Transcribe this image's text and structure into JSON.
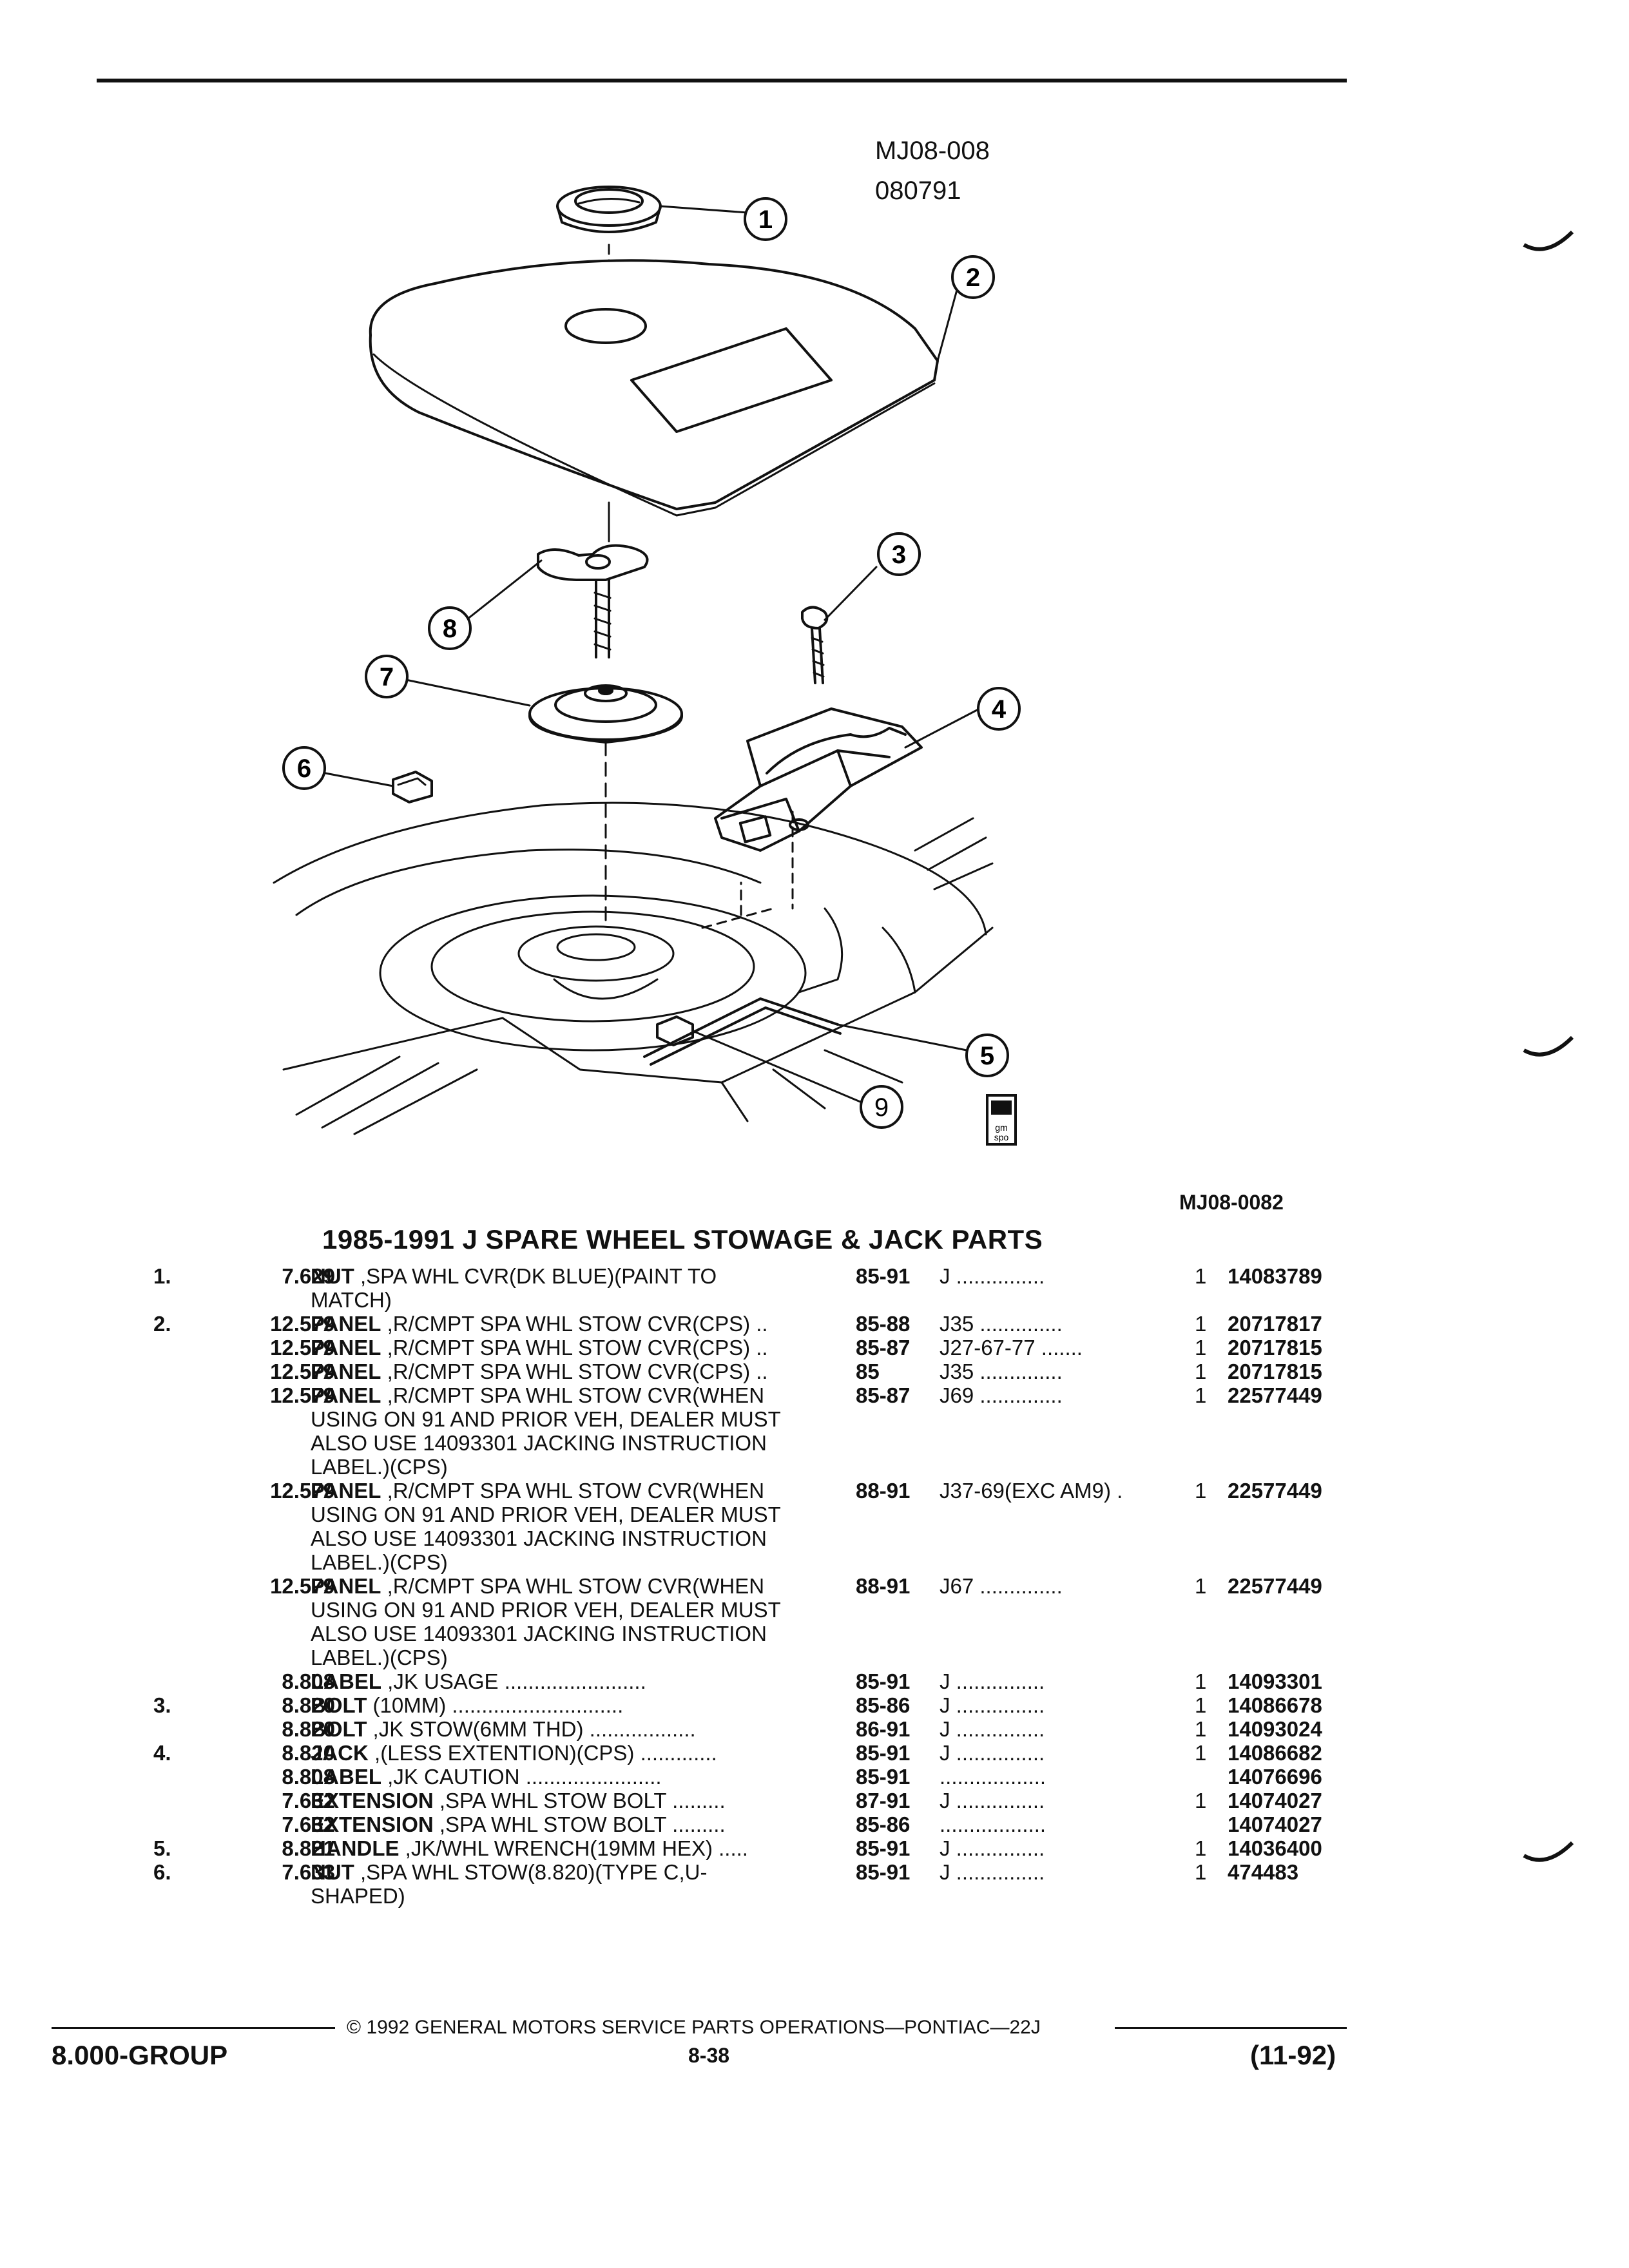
{
  "figure": {
    "ref_code_1": "MJ08-008",
    "ref_code_2": "080791",
    "bottom_code": "MJ08-0082",
    "callouts": [
      "1",
      "2",
      "3",
      "4",
      "5",
      "6",
      "7",
      "8",
      "9"
    ],
    "logo_text": "gm spo"
  },
  "title": "1985-1991 J SPARE WHEEL STOWAGE & JACK PARTS",
  "rows": [
    {
      "item": "1.",
      "code": "7.629",
      "name": "NUT",
      "desc": ",SPA WHL CVR(DK BLUE)(PAINT TO",
      "years": "85-91",
      "model": "J",
      "dots": " ...............",
      "qty": "1",
      "part": "14083789"
    },
    {
      "item": "",
      "code": "",
      "name": "",
      "desc": "MATCH)",
      "years": "",
      "model": "",
      "dots": "",
      "qty": "",
      "part": ""
    },
    {
      "item": "2.",
      "code": "12.579",
      "name": "PANEL",
      "desc": ",R/CMPT SPA WHL STOW CVR(CPS)  ..",
      "years": "85-88",
      "model": "J35",
      "dots": " ..............",
      "qty": "1",
      "part": "20717817"
    },
    {
      "item": "",
      "code": "12.579",
      "name": "PANEL",
      "desc": ",R/CMPT SPA WHL STOW CVR(CPS)  ..",
      "years": "85-87",
      "model": "J27-67-77",
      "dots": " .......",
      "qty": "1",
      "part": "20717815"
    },
    {
      "item": "",
      "code": "12.579",
      "name": "PANEL",
      "desc": ",R/CMPT SPA WHL STOW CVR(CPS)  ..",
      "years": "85",
      "model": "J35",
      "dots": " ..............",
      "qty": "1",
      "part": "20717815"
    },
    {
      "item": "",
      "code": "12.579",
      "name": "PANEL",
      "desc": ",R/CMPT SPA WHL STOW CVR(WHEN",
      "years": "85-87",
      "model": "J69",
      "dots": " ..............",
      "qty": "1",
      "part": "22577449"
    },
    {
      "item": "",
      "code": "",
      "name": "",
      "desc": "USING ON 91 AND PRIOR VEH, DEALER MUST",
      "years": "",
      "model": "",
      "dots": "",
      "qty": "",
      "part": ""
    },
    {
      "item": "",
      "code": "",
      "name": "",
      "desc": "ALSO USE 14093301 JACKING INSTRUCTION",
      "years": "",
      "model": "",
      "dots": "",
      "qty": "",
      "part": ""
    },
    {
      "item": "",
      "code": "",
      "name": "",
      "desc": "LABEL.)(CPS)",
      "years": "",
      "model": "",
      "dots": "",
      "qty": "",
      "part": ""
    },
    {
      "item": "",
      "code": "12.579",
      "name": "PANEL",
      "desc": ",R/CMPT SPA WHL STOW CVR(WHEN",
      "years": "88-91",
      "model": "J37-69(EXC AM9)",
      "dots": " .",
      "qty": "1",
      "part": "22577449"
    },
    {
      "item": "",
      "code": "",
      "name": "",
      "desc": "USING ON 91 AND PRIOR VEH, DEALER MUST",
      "years": "",
      "model": "",
      "dots": "",
      "qty": "",
      "part": ""
    },
    {
      "item": "",
      "code": "",
      "name": "",
      "desc": "ALSO USE 14093301 JACKING INSTRUCTION",
      "years": "",
      "model": "",
      "dots": "",
      "qty": "",
      "part": ""
    },
    {
      "item": "",
      "code": "",
      "name": "",
      "desc": "LABEL.)(CPS)",
      "years": "",
      "model": "",
      "dots": "",
      "qty": "",
      "part": ""
    },
    {
      "item": "",
      "code": "12.579",
      "name": "PANEL",
      "desc": ",R/CMPT SPA WHL STOW CVR(WHEN",
      "years": "88-91",
      "model": "J67",
      "dots": " ..............",
      "qty": "1",
      "part": "22577449"
    },
    {
      "item": "",
      "code": "",
      "name": "",
      "desc": "USING ON 91 AND PRIOR VEH, DEALER MUST",
      "years": "",
      "model": "",
      "dots": "",
      "qty": "",
      "part": ""
    },
    {
      "item": "",
      "code": "",
      "name": "",
      "desc": "ALSO USE 14093301 JACKING INSTRUCTION",
      "years": "",
      "model": "",
      "dots": "",
      "qty": "",
      "part": ""
    },
    {
      "item": "",
      "code": "",
      "name": "",
      "desc": "LABEL.)(CPS)",
      "years": "",
      "model": "",
      "dots": "",
      "qty": "",
      "part": ""
    },
    {
      "item": "",
      "code": "8.808",
      "name": "LABEL",
      "desc": ",JK USAGE  ........................",
      "years": "85-91",
      "model": "J",
      "dots": " ...............",
      "qty": "1",
      "part": "14093301"
    },
    {
      "item": "3.",
      "code": "8.820",
      "name": "BOLT",
      "desc": "(10MM)  .............................",
      "years": "85-86",
      "model": "J",
      "dots": " ...............",
      "qty": "1",
      "part": "14086678"
    },
    {
      "item": "",
      "code": "8.820",
      "name": "BOLT",
      "desc": ",JK STOW(6MM THD)  ..................",
      "years": "86-91",
      "model": "J",
      "dots": " ...............",
      "qty": "1",
      "part": "14093024"
    },
    {
      "item": "4.",
      "code": "8.820",
      "name": "JACK",
      "desc": ",(LESS EXTENTION)(CPS)  .............",
      "years": "85-91",
      "model": "J",
      "dots": " ...............",
      "qty": "1",
      "part": "14086682"
    },
    {
      "item": "",
      "code": "8.808",
      "name": "LABEL",
      "desc": ",JK CAUTION  .......................",
      "years": "85-91",
      "model": "",
      "dots": "  ..................",
      "qty": "",
      "part": "14076696"
    },
    {
      "item": "",
      "code": "7.632",
      "name": "EXTENSION",
      "desc": ",SPA WHL STOW BOLT  .........",
      "years": "87-91",
      "model": "J",
      "dots": " ...............",
      "qty": "1",
      "part": "14074027"
    },
    {
      "item": "",
      "code": "7.632",
      "name": "EXTENSION",
      "desc": ",SPA WHL STOW BOLT  .........",
      "years": "85-86",
      "model": "",
      "dots": "  ..................",
      "qty": "",
      "part": "14074027"
    },
    {
      "item": "5.",
      "code": "8.821",
      "name": "HANDLE",
      "desc": ",JK/WHL WRENCH(19MM HEX)  .....",
      "years": "85-91",
      "model": "J",
      "dots": " ...............",
      "qty": "1",
      "part": "14036400"
    },
    {
      "item": "6.",
      "code": "7.633",
      "name": "NUT",
      "desc": ",SPA WHL STOW(8.820)(TYPE C,U-",
      "years": "85-91",
      "model": "J",
      "dots": " ...............",
      "qty": "1",
      "part": "474483"
    },
    {
      "item": "",
      "code": "",
      "name": "",
      "desc": "SHAPED)",
      "years": "",
      "model": "",
      "dots": "",
      "qty": "",
      "part": ""
    }
  ],
  "footer": {
    "copyright": "© 1992 GENERAL MOTORS SERVICE PARTS OPERATIONS—PONTIAC—22J",
    "group": "8.000-GROUP",
    "page": "8-38",
    "date": "(11-92)"
  }
}
